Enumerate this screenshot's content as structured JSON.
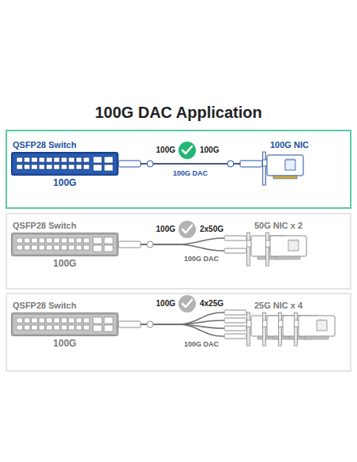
{
  "diagram": {
    "title": "100G DAC Application",
    "nodes": [
      {
        "text": [
          "QSFP28 Switch",
          "100G"
        ]
      },
      {
        "text": [
          "100G NIC"
        ]
      },
      {
        "text": [
          "QSFP28 Switch",
          "100G"
        ]
      },
      {
        "text": [
          "50G NIC x 2"
        ]
      },
      {
        "text": [
          "QSFP28 Switch",
          "100G"
        ]
      },
      {
        "text": [
          "25G NIC x 4"
        ]
      }
    ],
    "edges": [
      {
        "from": 0,
        "to": 1,
        "arrow": "none",
        "label": "100G DAC"
      },
      {
        "from": 2,
        "to": 3,
        "arrow": "none",
        "label": "100G DAC"
      },
      {
        "from": 4,
        "to": 5,
        "arrow": "none",
        "label": "100G DAC"
      }
    ],
    "labels": [
      "100G",
      "100G",
      "100G",
      "2x50G",
      "100G",
      "4x25G"
    ]
  }
}
